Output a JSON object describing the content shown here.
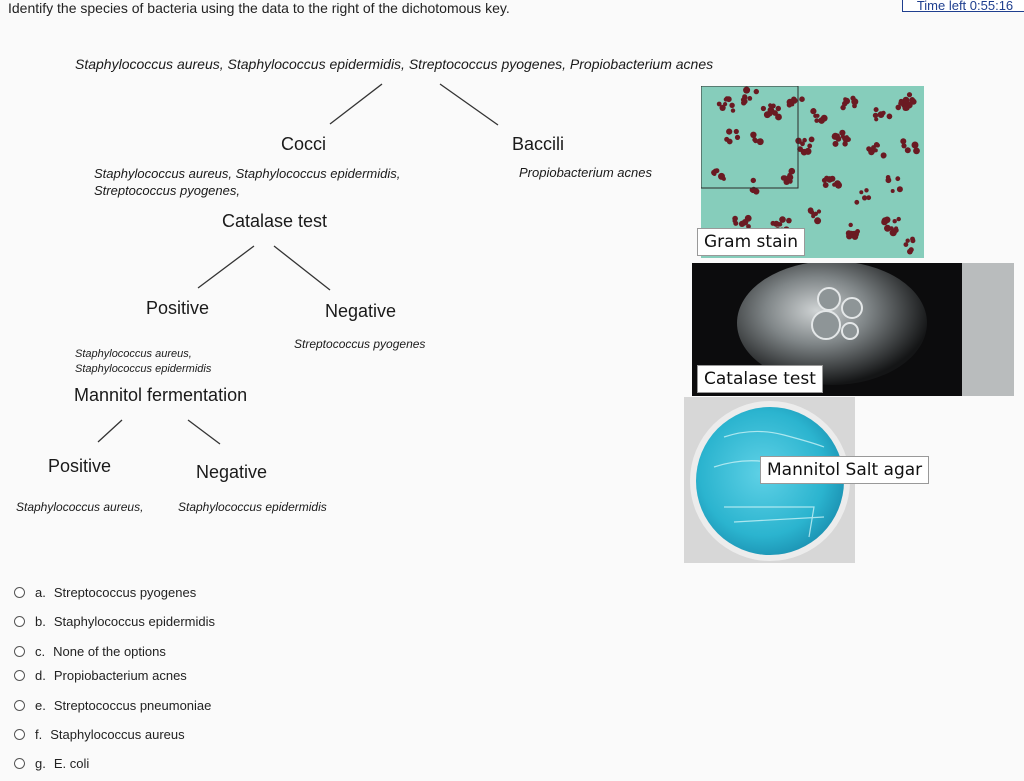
{
  "question": "Identify the species of bacteria using the data to the right of the dichotomous key.",
  "timer": "Time left 0:55:16",
  "key": {
    "root": "Staphylococcus aureus, Staphylococcus epidermidis, Streptococcus pyogenes, Propiobacterium acnes",
    "cocci_label": "Cocci",
    "cocci_species_1": "Staphylococcus aureus, Staphylococcus epidermidis,",
    "cocci_species_2": "Streptococcus pyogenes,",
    "catalase_label": "Catalase test",
    "bacilli_label": "Baccili",
    "bacilli_species": "Propiobacterium acnes",
    "catalase_positive": "Positive",
    "catalase_negative": "Negative",
    "catalase_negative_species": "Streptococcus pyogenes",
    "catalase_positive_species_1": "Staphylococcus aureus,",
    "catalase_positive_species_2": "Staphylococcus epidermidis",
    "mannitol_label": "Mannitol fermentation",
    "mannitol_positive": "Positive",
    "mannitol_negative": "Negative",
    "mannitol_positive_species": "Staphylococcus aureus,",
    "mannitol_negative_species": "Staphylococcus epidermidis"
  },
  "images": {
    "gram_stain_caption": "Gram stain",
    "catalase_caption": "Catalase test",
    "mannitol_caption": "Mannitol Salt agar"
  },
  "options": [
    {
      "letter": "a.",
      "label": "Streptococcus pyogenes"
    },
    {
      "letter": "b.",
      "label": "Staphylococcus epidermidis"
    },
    {
      "letter": "c.",
      "label": "None of the options"
    },
    {
      "letter": "d.",
      "label": "Propiobacterium acnes"
    },
    {
      "letter": "e.",
      "label": "Streptococcus pneumoniae"
    },
    {
      "letter": "f.",
      "label": "Staphylococcus aureus"
    },
    {
      "letter": "g.",
      "label": "E. coli"
    }
  ]
}
